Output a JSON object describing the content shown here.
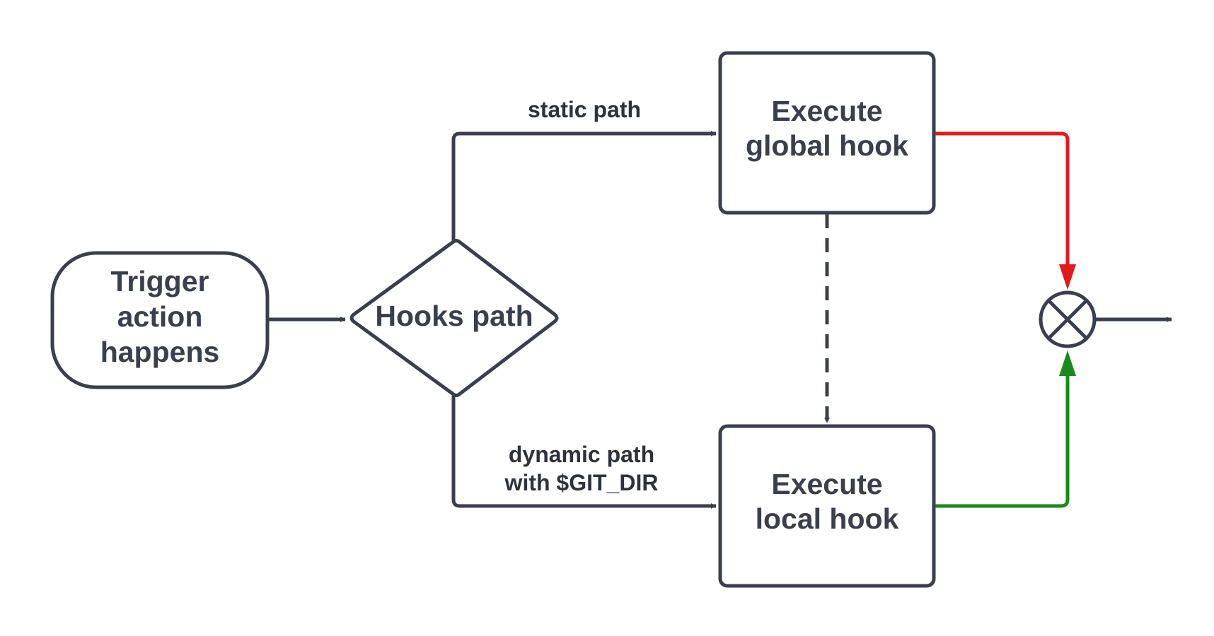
{
  "colors": {
    "stroke": "#3a3f4b",
    "text": "#3a3f4b",
    "red_edge": "#e31a1c",
    "green_edge": "#1a8a1a",
    "background": "#ffffff"
  },
  "nodes": {
    "trigger": {
      "line1": "Trigger",
      "line2": "action",
      "line3": "happens"
    },
    "decision": {
      "label": "Hooks path"
    },
    "global_hook": {
      "line1": "Execute",
      "line2": "global hook"
    },
    "local_hook": {
      "line1": "Execute",
      "line2": "local hook"
    },
    "join_icon": "circle-cross-icon"
  },
  "edges": {
    "static_label": "static path",
    "dynamic_label_line1": "dynamic path",
    "dynamic_label_line2": "with $GIT_DIR"
  }
}
